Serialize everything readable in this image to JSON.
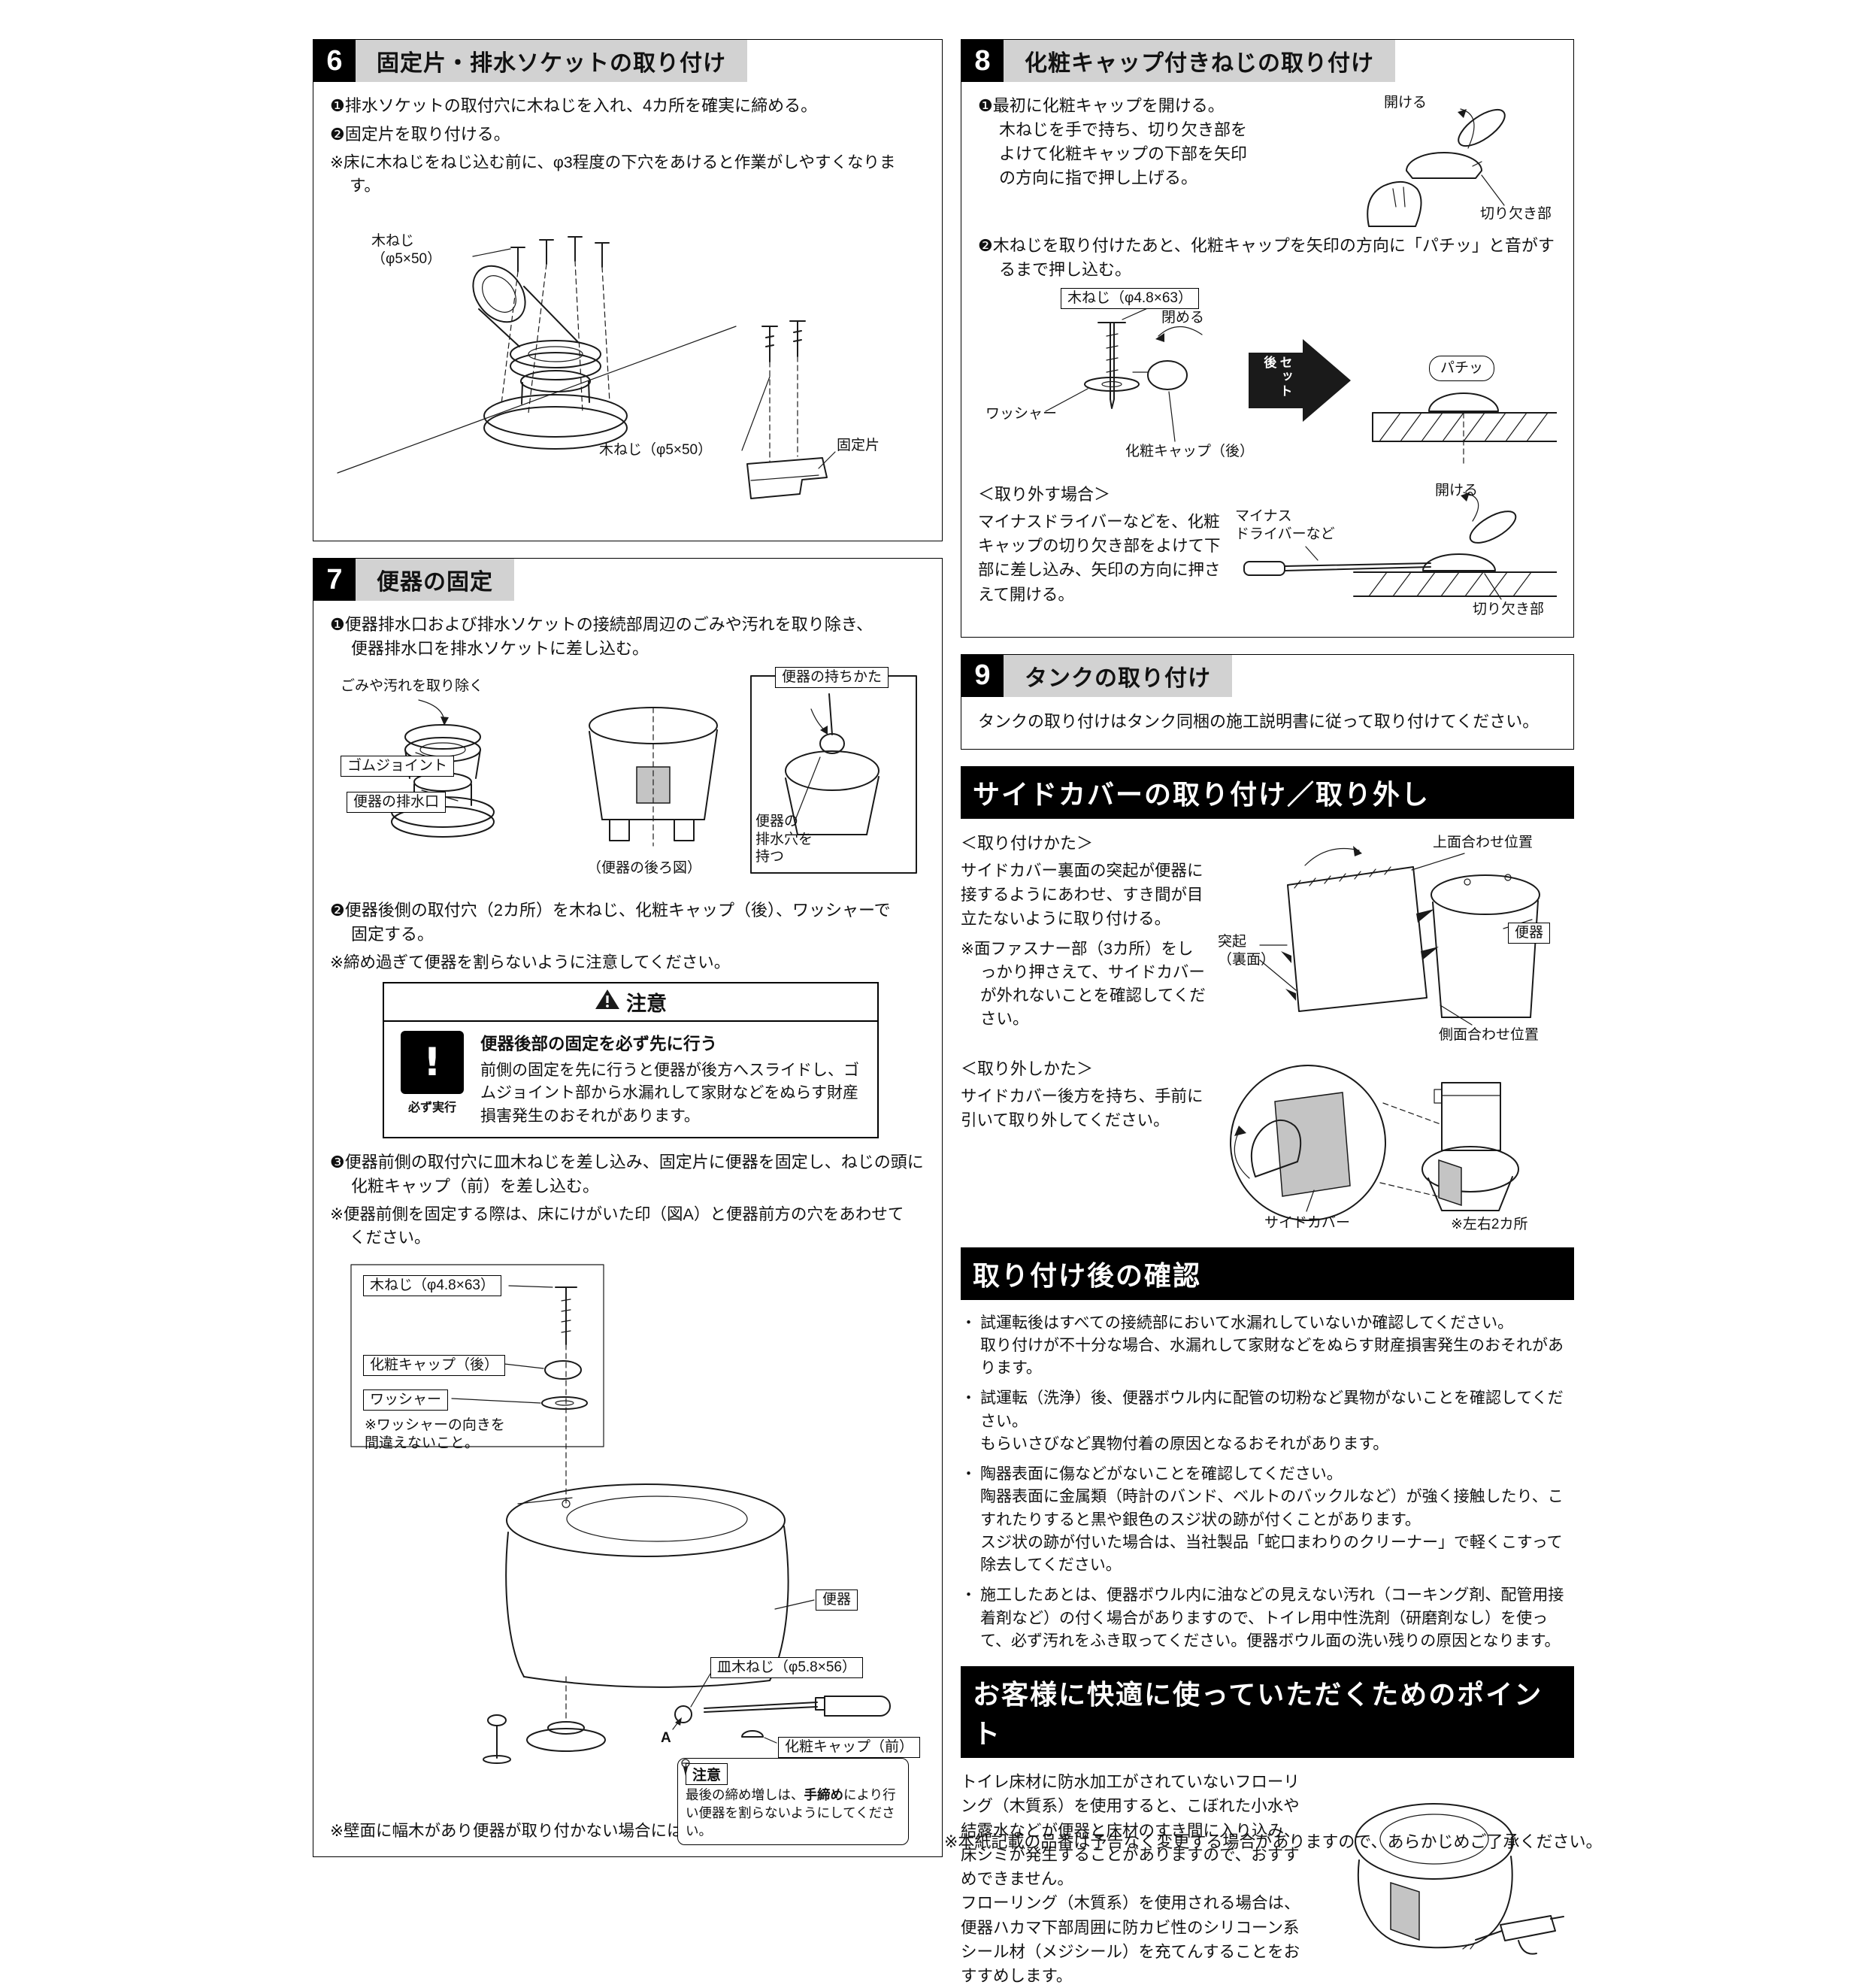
{
  "footer": {
    "note": "※本紙記載の品番は予告なく変更する場合がありますので、あらかじめご了承ください。"
  },
  "s6": {
    "number": "6",
    "title": "固定片・排水ソケットの取り付け",
    "step1": "❶排水ソケットの取付穴に木ねじを入れ、4カ所を確実に締める。",
    "step2": "❷固定片を取り付ける。",
    "note": "※床に木ねじをねじ込む前に、φ3程度の下穴をあけると作業がしやすくなります。",
    "labels": {
      "screw1": "木ねじ\n（φ5×50）",
      "screw2": "木ねじ（φ5×50）",
      "fixer": "固定片"
    }
  },
  "s7": {
    "number": "7",
    "title": "便器の固定",
    "step1": "❶便器排水口および排水ソケットの接続部周辺のごみや汚れを取り除き、\n便器排水口を排水ソケットに差し込む。",
    "d1": {
      "remove_dirt": "ごみや汚れを取り除く",
      "rubber_joint": "ゴムジョイント",
      "outlet": "便器の排水口",
      "rear_caption": "（便器の後ろ図）",
      "hold_title": "便器の持ちかた",
      "hold_note": "便器の\n排水穴を\n持つ"
    },
    "step2": "❷便器後側の取付穴（2カ所）を木ねじ、化粧キャップ（後）、ワッシャーで\n固定する。",
    "note2": "※締め過ぎて便器を割らないように注意してください。",
    "caution": {
      "header": "注意",
      "title": "便器後部の固定を必ず先に行う",
      "body": "前側の固定を先に行うと便器が後方へスライドし、ゴムジョイント部から水漏れして家財などをぬらす財産損害発生のおそれがあります。",
      "icon_text": "必ず実行"
    },
    "step3": "❸便器前側の取付穴に皿木ねじを差し込み、固定片に便器を固定し、ねじの頭に\n化粧キャップ（前）を差し込む。",
    "note3": "※便器前側を固定する際は、床にけがいた印（図A）と便器前方の穴をあわせて\nください。",
    "d2": {
      "screw": "木ねじ（φ4.8×63）",
      "cap_rear": "化粧キャップ（後）",
      "washer": "ワッシャー",
      "washer_note": "※ワッシャーの向きを\n間違えないこと。",
      "toilet": "便器",
      "flat_screw": "皿木ねじ（φ5.8×56）",
      "cap_front": "化粧キャップ（前）",
      "mark_a": "A",
      "mini_tag": "注意",
      "mini_pre": "最後の締め増しは、",
      "mini_bold": "手締め",
      "mini_post": "により行い便器を割らないようにしてください。"
    },
    "bottom_note": "※壁面に幅木があり便器が取り付かない場合には、幅木をカットしてください。"
  },
  "s8": {
    "number": "8",
    "title": "化粧キャップ付きねじの取り付け",
    "step1": "❶最初に化粧キャップを開ける。\n木ねじを手で持ち、切り欠き部をよけて化粧キャップの下部を矢印の方向に指で押し上げる。",
    "d1": {
      "open": "開ける",
      "notch": "切り欠き部"
    },
    "step2": "❷木ねじを取り付けたあと、化粧キャップを矢印の方向に「パチッ」と音がするまで押し込む。",
    "d2": {
      "screw": "木ねじ（φ4.8×63）",
      "close": "閉める",
      "washer": "ワッシャー",
      "cap_rear": "化粧キャップ（後）",
      "set_after": "セット後",
      "snap": "パチッ"
    },
    "removal_title": "＜取り外す場合＞",
    "removal_body": "マイナスドライバーなどを、化粧キャップの切り欠き部をよけて下部に差し込み、矢印の方向に押さえて開ける。",
    "d3": {
      "driver": "マイナス\nドライバーなど",
      "open": "開ける",
      "notch": "切り欠き部"
    }
  },
  "s9": {
    "number": "9",
    "title": "タンクの取り付け",
    "body": "タンクの取り付けはタンク同梱の施工説明書に従って取り付けてください。"
  },
  "side": {
    "banner": "サイドカバーの取り付け／取り外し",
    "attach_title": "＜取り付けかた＞",
    "attach_body": "サイドカバー裏面の突起が便器に接するようにあわせ、すき間が目立たないように取り付ける。",
    "attach_note": "※面ファスナー部（3カ所）をしっかり押さえて、サイドカバーが外れないことを確認してください。",
    "d1": {
      "top_align": "上面合わせ位置",
      "toilet": "便器",
      "protrusion": "突起\n（裏面）",
      "side_align": "側面合わせ位置"
    },
    "detach_title": "＜取り外しかた＞",
    "detach_body": "サイドカバー後方を持ち、手前に引いて取り外してください。",
    "d2": {
      "cover": "サイドカバー",
      "both_sides": "※左右2カ所"
    }
  },
  "check": {
    "banner": "取り付け後の確認",
    "items": [
      "試運転後はすべての接続部において水漏れしていないか確認してください。\n取り付けが不十分な場合、水漏れして家財などをぬらす財産損害発生のおそれがあります。",
      "試運転（洗浄）後、便器ボウル内に配管の切粉など異物がないことを確認してください。\nもらいさびなど異物付着の原因となるおそれがあります。",
      "陶器表面に傷などがないことを確認してください。\n陶器表面に金属類（時計のバンド、ベルトのバックルなど）が強く接触したり、こすれたりすると黒や銀色のスジ状の跡が付くことがあります。\nスジ状の跡が付いた場合は、当社製品「蛇口まわりのクリーナー」で軽くこすって除去してください。",
      "施工したあとは、便器ボウル内に油などの見えない汚れ（コーキング剤、配管用接着剤など）の付く場合がありますので、トイレ用中性洗剤（研磨剤なし）を使って、必ず汚れをふき取ってください。便器ボウル面の洗い残りの原因となります。"
    ]
  },
  "points": {
    "banner": "お客様に快適に使っていただくためのポイント",
    "body": "トイレ床材に防水加工がされていないフローリング（木質系）を使用すると、こぼれた小水や結露水などが便器と床材のすき間に入り込み、床シミが発生することがありますので、おすすめできません。\nフローリング（木質系）を使用される場合は、便器ハカマ下部周囲に防カビ性のシリコーン系シール材（メジシール）を充てんすることをおすすめします。"
  }
}
